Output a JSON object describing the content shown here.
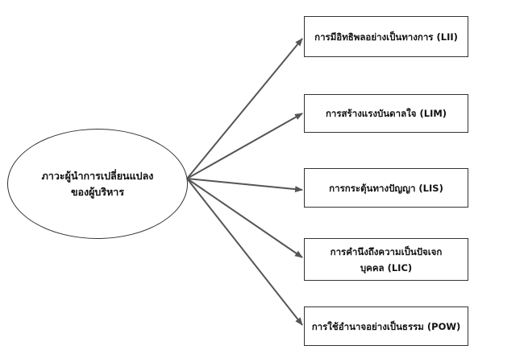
{
  "center": {
    "label": "ภาวะผู้นำการเปลี่ยนแปลง\nของผู้บริหาร"
  },
  "nodes": [
    {
      "id": "lii",
      "label": "การมีอิทธิพลอย่างเป็นทางการ (LII)"
    },
    {
      "id": "lim",
      "label": "การสร้างแรงบันดาลใจ (LIM)"
    },
    {
      "id": "lis",
      "label": "การกระตุ้นทางปัญญา (LIS)"
    },
    {
      "id": "lic",
      "label": "การคำนึงถึงความเป็นปัจเจก\nบุคคล (LIC)"
    },
    {
      "id": "pow",
      "label": "การใช้อำนาจอย่างเป็นธรรม (POW)"
    }
  ],
  "colors": {
    "stroke": "#333333",
    "arrow": "#555555",
    "text": "#111111",
    "background": "#ffffff"
  }
}
